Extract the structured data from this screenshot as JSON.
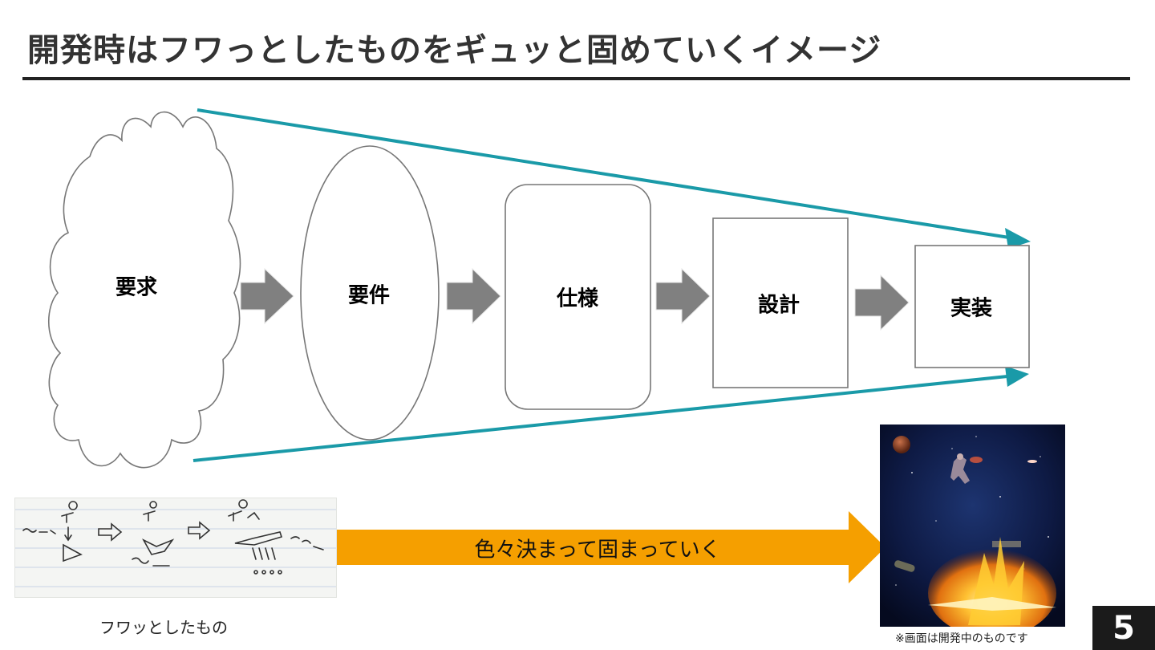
{
  "slide": {
    "title": "開発時はフワっとしたものをギュッと固めていくイメージ",
    "page_number": "5"
  },
  "stages": [
    {
      "label": "要求",
      "shape": "cloud"
    },
    {
      "label": "要件",
      "shape": "ellipse"
    },
    {
      "label": "仕様",
      "shape": "rounded-rectangle"
    },
    {
      "label": "設計",
      "shape": "rectangle"
    },
    {
      "label": "実装",
      "shape": "rectangle"
    }
  ],
  "bottom": {
    "sketch_caption": "フワッとしたもの",
    "arrow_label": "色々決まって固まっていく",
    "screenshot_caption": "※画面は開発中のものです"
  },
  "colors": {
    "funnel_line": "#1a9aa8",
    "step_arrow": "#808080",
    "progress_arrow": "#f59f00",
    "shape_stroke": "#777777"
  }
}
